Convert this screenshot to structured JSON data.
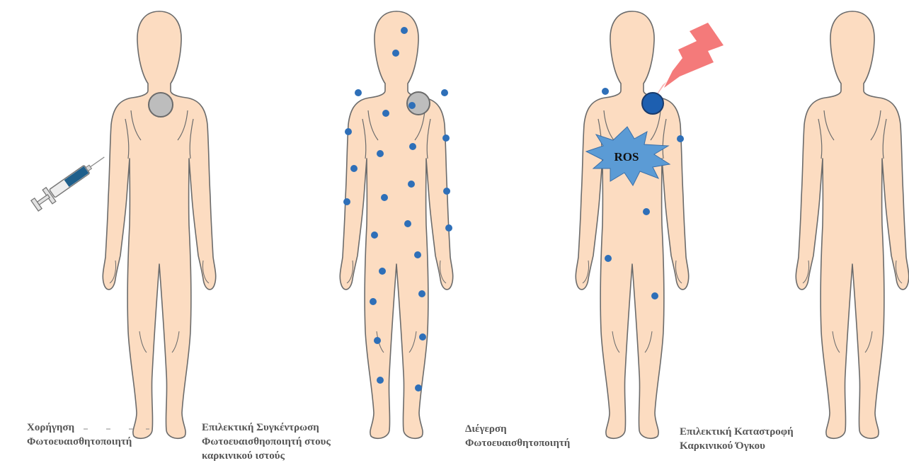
{
  "colors": {
    "skin": "#fcdcc1",
    "outline": "#6b6b6b",
    "tumor_grey": "#bdbdbd",
    "dot_blue": "#2e6fb8",
    "tumor_blue": "#1d5fb0",
    "ros_fill": "#5b9bd5",
    "lightning": "#f47a7a",
    "caption": "#555555"
  },
  "stages": [
    {
      "id": "administration",
      "caption_lines": [
        "Χορήγηση",
        "Φωτοευαισθητοποιητή"
      ]
    },
    {
      "id": "accumulation",
      "caption_lines": [
        "Επιλεκτική Συγκέντρωση",
        "Φωτοευαισθηοποιητή στους",
        "καρκινικού ιστούς"
      ]
    },
    {
      "id": "excitation",
      "caption_lines": [
        "Διέγερση",
        "Φωτοευαισθητοποιητή"
      ],
      "ros_label": "ROS"
    },
    {
      "id": "destruction",
      "caption_lines": [
        "Επιλεκτική Καταστροφή",
        "Καρκινικού Όγκου"
      ]
    }
  ],
  "icons": [
    "syringe-icon",
    "lightning-icon",
    "ros-burst-icon",
    "tumor-icon"
  ]
}
